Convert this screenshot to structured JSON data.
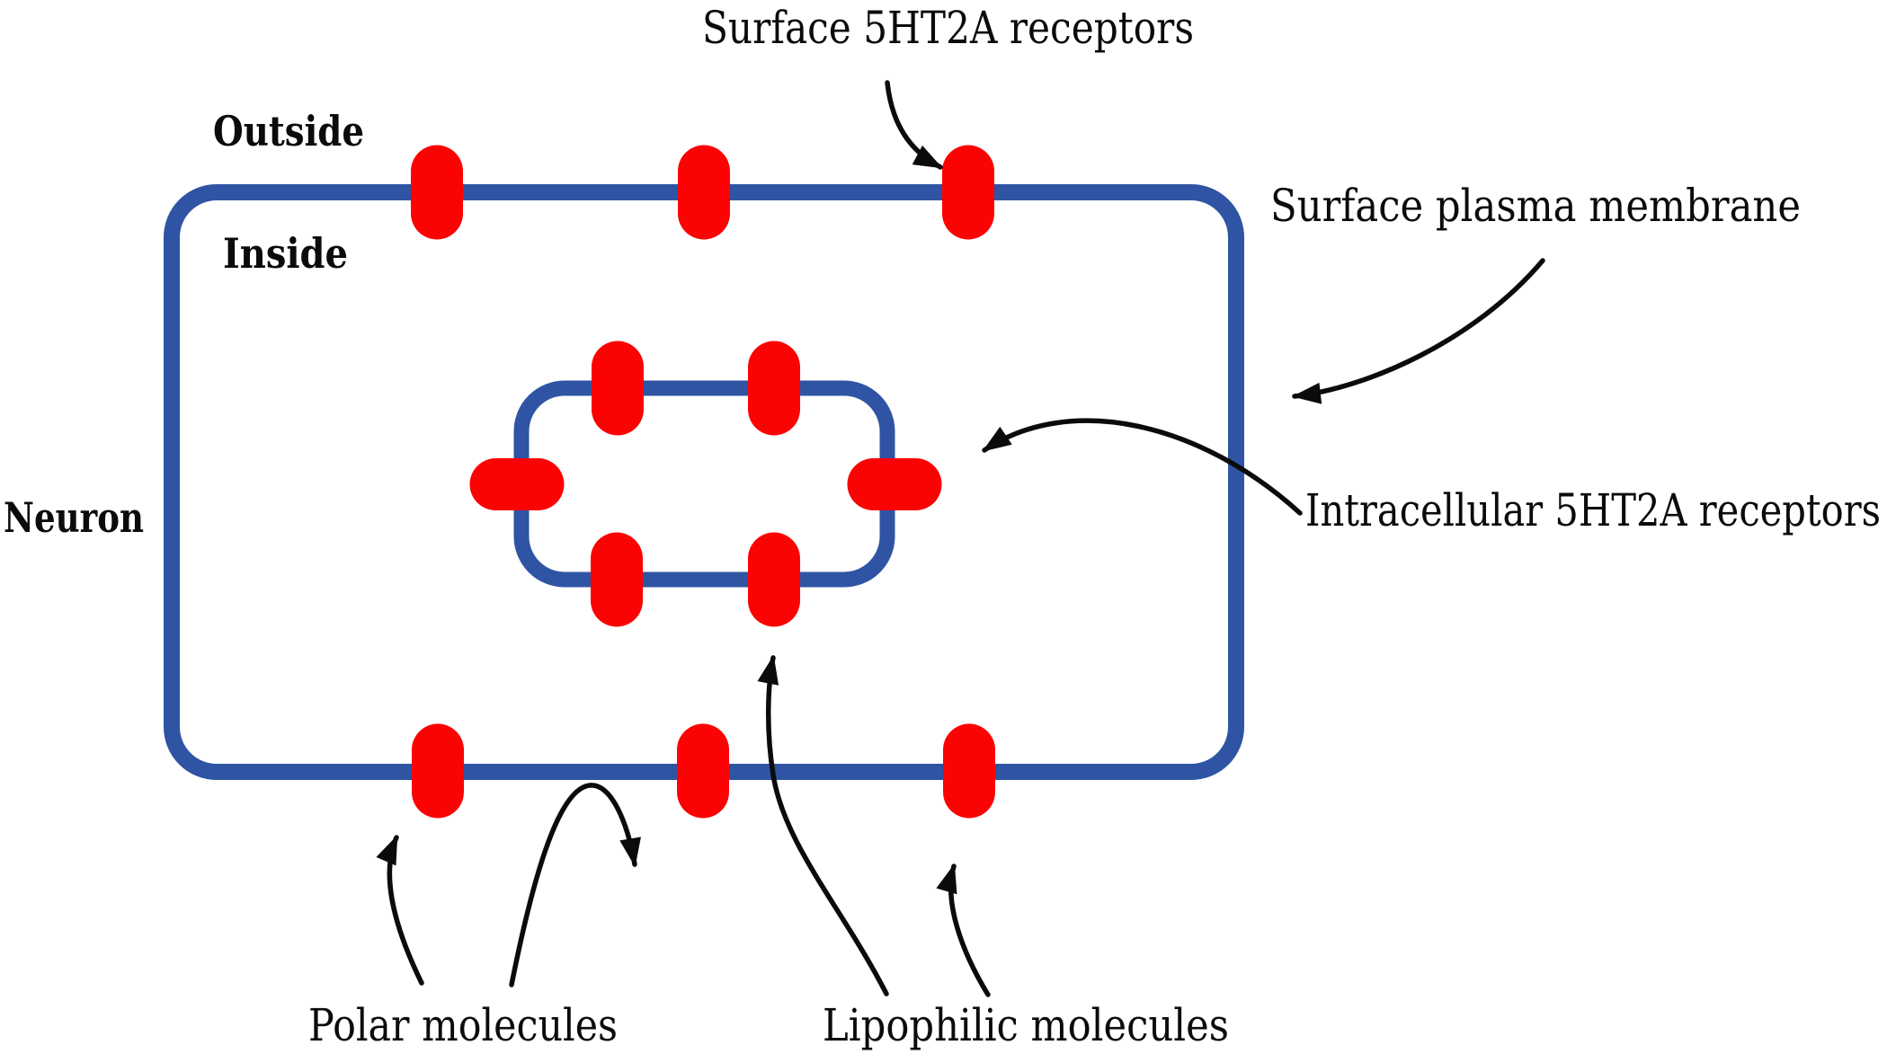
{
  "title": "Neuron 5HT2A receptor localization diagram",
  "colors": {
    "membrane_blue": "#2F54A3",
    "receptor_red": "#FC0303",
    "arrow_black": "#0b0b0b",
    "background": "#FFFFFF"
  },
  "labels": {
    "surface_receptors": "Surface 5HT2A receptors",
    "plasma_membrane": "Surface plasma membrane",
    "outside": "Outside",
    "inside": "Inside",
    "neuron": "Neuron",
    "intracellular_receptors": "Intracellular 5HT2A receptors",
    "polar": "Polar molecules",
    "lipophilic": "Lipophilic molecules"
  },
  "diagram": {
    "surface_receptor_count": 6,
    "intracellular_receptor_count": 6,
    "compartments": [
      "Outside",
      "Inside"
    ],
    "cell_type": "Neuron"
  }
}
